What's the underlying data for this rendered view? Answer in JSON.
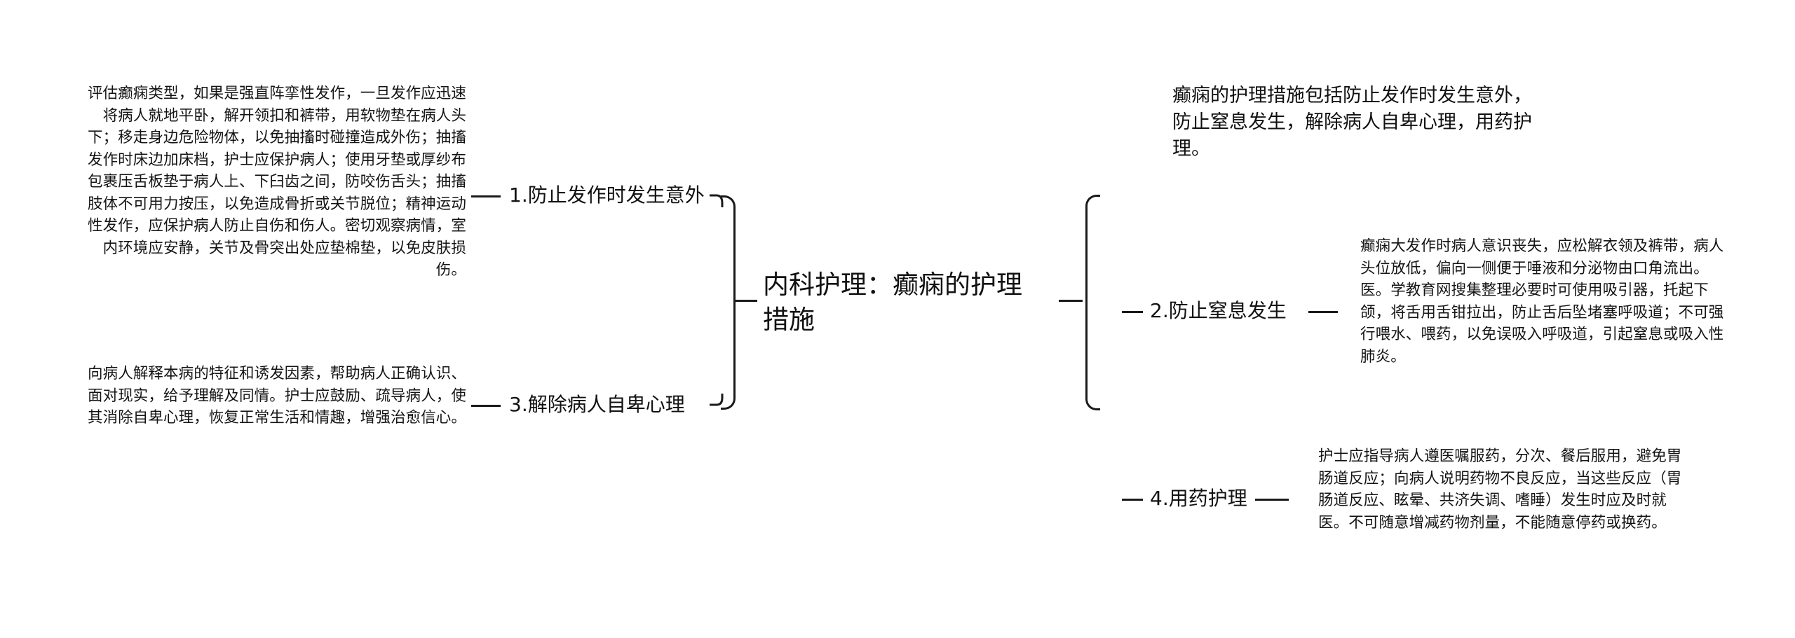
{
  "center": {
    "title": "内科护理：癫痫的护理措施"
  },
  "summary": {
    "text": "癫痫的护理措施包括防止发作时发生意外，防止窒息发生，解除病人自卑心理，用药护理。"
  },
  "branches": [
    {
      "id": "branch-1",
      "label": "1.防止发作时发生意外",
      "side": "left",
      "detail": "评估癫痫类型，如果是强直阵挛性发作，一旦发作应迅速将病人就地平卧，解开领扣和裤带，用软物垫在病人头下；移走身边危险物体，以免抽搐时碰撞造成外伤；抽搐发作时床边加床档，护士应保护病人；使用牙垫或厚纱布包裹压舌板垫于病人上、下臼齿之间，防咬伤舌头；抽搐肢体不可用力按压，以免造成骨折或关节脱位；精神运动性发作，应保护病人防止自伤和伤人。密切观察病情，室内环境应安静，关节及骨突出处应垫棉垫，以免皮肤损伤。"
    },
    {
      "id": "branch-2",
      "label": "2.防止窒息发生",
      "side": "right",
      "detail": "癫痫大发作时病人意识丧失，应松解衣领及裤带，病人头位放低，偏向一侧便于唾液和分泌物由口角流出。医。学教育网搜集整理必要时可使用吸引器，托起下颌，将舌用舌钳拉出，防止舌后坠堵塞呼吸道；不可强行喂水、喂药，以免误吸入呼吸道，引起窒息或吸入性肺炎。"
    },
    {
      "id": "branch-3",
      "label": "3.解除病人自卑心理",
      "side": "left",
      "detail": "向病人解释本病的特征和诱发因素，帮助病人正确认识、面对现实，给予理解及同情。护士应鼓励、疏导病人，使其消除自卑心理，恢复正常生活和情趣，增强治愈信心。"
    },
    {
      "id": "branch-4",
      "label": "4.用药护理",
      "side": "right",
      "detail": "护士应指导病人遵医嘱服药，分次、餐后服用，避免胃肠道反应；向病人说明药物不良反应，当这些反应（胃肠道反应、眩晕、共济失调、嗜睡）发生时应及时就医。不可随意增减药物剂量，不能随意停药或换药。"
    }
  ],
  "colors": {
    "background": "#ffffff",
    "text": "#111111",
    "connector": "#1a1a1a"
  }
}
